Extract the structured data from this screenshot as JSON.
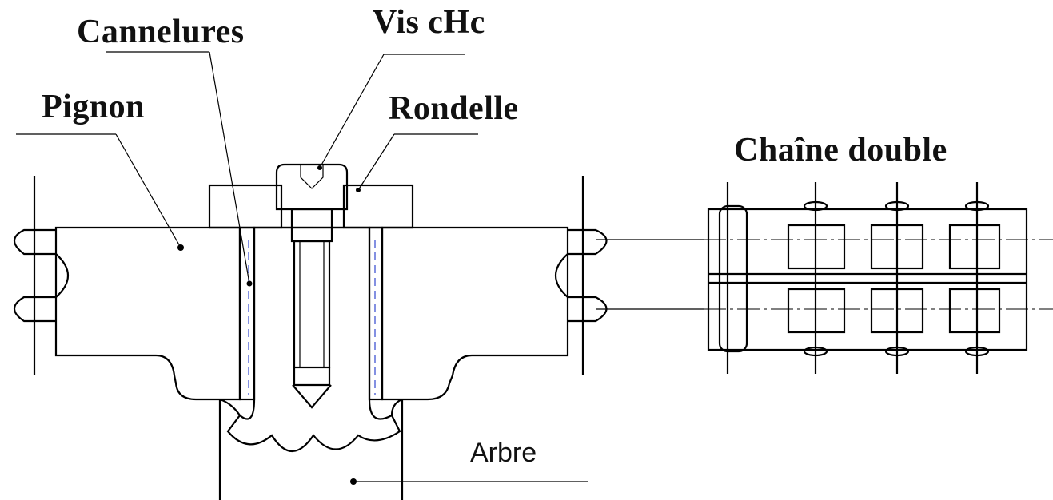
{
  "labels": {
    "cannelures": "Cannelures",
    "vis": "Vis cHc",
    "pignon": "Pignon",
    "rondelle": "Rondelle",
    "chaine": "Chaîne double",
    "arbre": "Arbre"
  },
  "colors": {
    "line": "#000000",
    "hidden_line": "#5a6bd8",
    "background": "#ffffff"
  }
}
